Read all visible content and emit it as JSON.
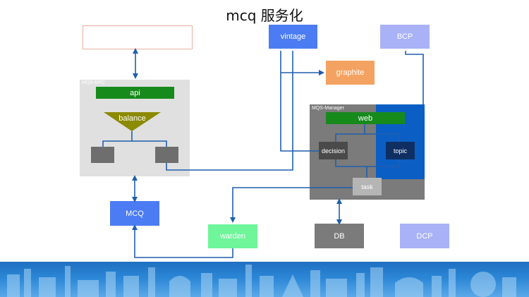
{
  "title": "mcq 服务化",
  "nodes": {
    "empty_box": "",
    "mqs_rpc_label": "MQS-RPC",
    "api": "api",
    "balance": "balance",
    "vintage": "vintage",
    "bcp": "BCP",
    "graphite": "graphite",
    "mqs_manager_label": "MQS-Manager",
    "web": "web",
    "decision": "decision",
    "topic": "topic",
    "task": "task",
    "mcq": "MCQ",
    "warden": "warden",
    "db": "DB",
    "dcp": "DCP"
  },
  "colors": {
    "line": "#1f5fae",
    "green": "#178a1c",
    "olive": "#8b8a00",
    "blue_node": "#4c7cf3",
    "light_blue_node": "#a9b2f7",
    "orange": "#f4a261",
    "mint": "#6ff59a",
    "gray_group": "#e0e0e0",
    "manager_gray": "#7b7b7b",
    "manager_blue": "#0b5fc4"
  }
}
